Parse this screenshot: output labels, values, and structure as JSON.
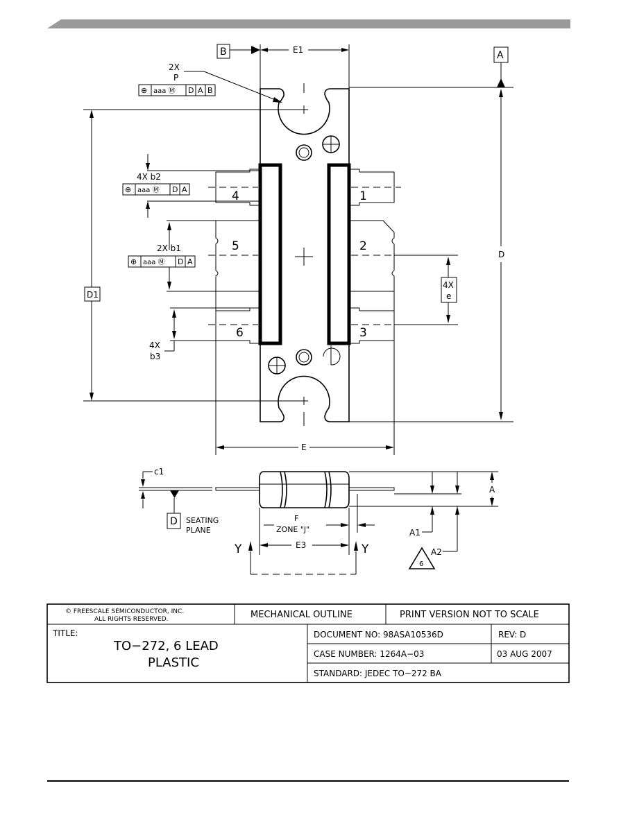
{
  "header_bar_color": "#9a9a9a",
  "labels": {
    "datum_b": "B",
    "datum_a": "A",
    "datum_d": "D",
    "e1": "E1",
    "e": "E",
    "e3": "E3",
    "d": "D",
    "d1": "D1",
    "p_qty": "2X",
    "p": "P",
    "b2_callout": "4X  b2",
    "b1_callout": "2X  b1",
    "b3_qty": "4X",
    "b3": "b3",
    "e_pitch_qty": "4X",
    "e_pitch": "e",
    "c1": "c1",
    "a": "A",
    "a1": "A1",
    "a2": "A2",
    "f": "F",
    "zone_j": "ZONE \"J\"",
    "y_left": "Y",
    "y_right": "Y",
    "seating": "SEATING",
    "plane": "PLANE",
    "note_6": "6"
  },
  "feature_frames": {
    "p": [
      "⊕",
      "aaa Ⓜ",
      "D",
      "A",
      "B"
    ],
    "b2": [
      "⊕",
      "aaa Ⓜ",
      "D",
      "A"
    ],
    "b1": [
      "⊕",
      "aaa Ⓜ",
      "D",
      "A"
    ]
  },
  "pins": [
    "1",
    "2",
    "3",
    "4",
    "5",
    "6"
  ],
  "title_block": {
    "copyright_line1": "© FREESCALE SEMICONDUCTOR, INC.",
    "copyright_line2": "ALL RIGHTS RESERVED.",
    "outline": "MECHANICAL OUTLINE",
    "print_version": "PRINT VERSION NOT TO SCALE",
    "title_label": "TITLE:",
    "title_line1": "TO−272, 6 LEAD",
    "title_line2": "PLASTIC",
    "document_no": "DOCUMENT NO: 98ASA10536D",
    "rev": "REV: D",
    "case_number": "CASE NUMBER: 1264A−03",
    "date": "03 AUG 2007",
    "standard": "STANDARD: JEDEC TO−272 BA"
  }
}
